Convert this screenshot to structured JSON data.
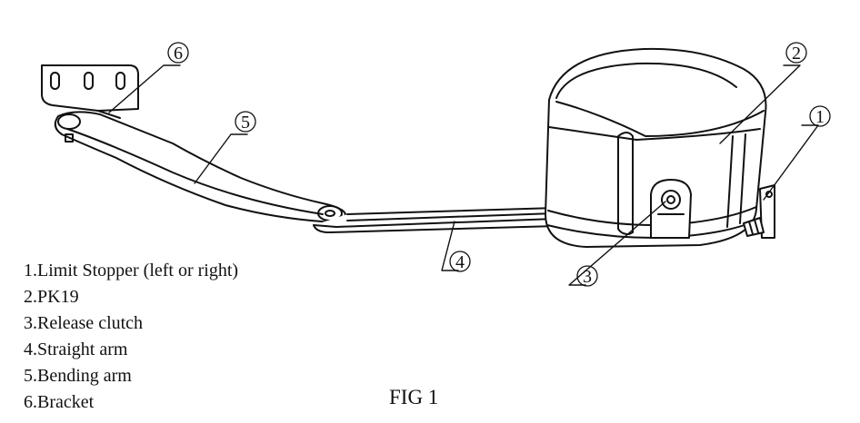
{
  "callouts": [
    {
      "number": "①",
      "label": "1"
    },
    {
      "number": "②",
      "label": "2"
    },
    {
      "number": "③",
      "label": "3"
    },
    {
      "number": "④",
      "label": "4"
    },
    {
      "number": "⑤",
      "label": "5"
    },
    {
      "number": "⑥",
      "label": "6"
    }
  ],
  "legend": [
    "1.Limit Stopper (left or right)",
    "2.PK19",
    "3.Release clutch",
    "4.Straight arm",
    "5.Bending arm",
    "6.Bracket"
  ],
  "caption": "FIG 1"
}
